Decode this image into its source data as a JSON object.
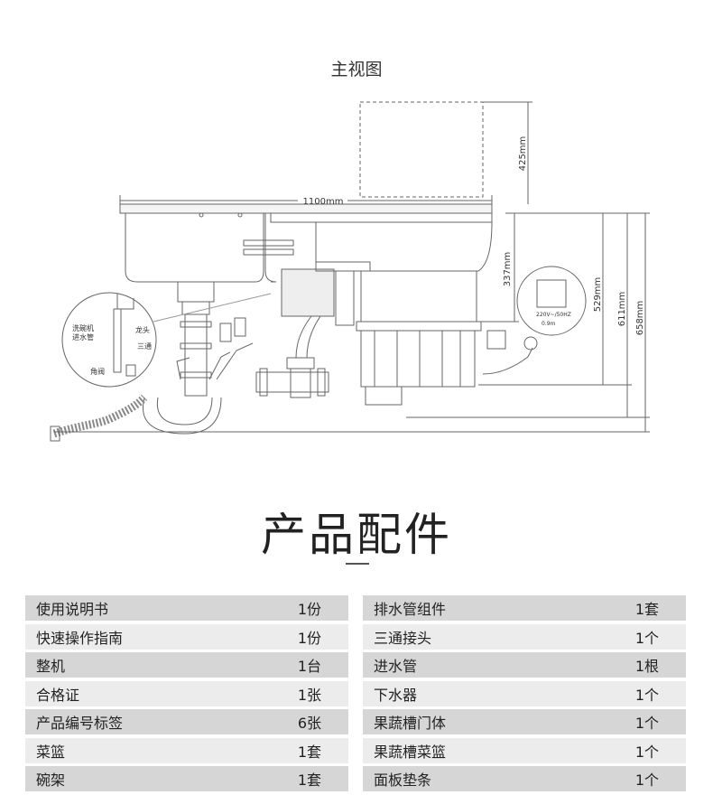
{
  "diagram": {
    "title": "主视图",
    "dimensions": {
      "width": "1100mm",
      "height_425": "425mm",
      "height_337": "337mm",
      "height_529": "529mm",
      "height_611": "611mm",
      "height_658": "658mm"
    },
    "labels": {
      "dishwasher_inlet_line1": "洗碗机",
      "dishwasher_inlet_line2": "进水管",
      "faucet": "龙头",
      "tee": "三通",
      "angle_valve": "角阀",
      "power": "220V~/50HZ",
      "cable": "0.9m"
    }
  },
  "accessories": {
    "title": "产品配件",
    "left": [
      {
        "name": "使用说明书",
        "qty": "1份"
      },
      {
        "name": "快速操作指南",
        "qty": "1份"
      },
      {
        "name": "整机",
        "qty": "1台"
      },
      {
        "name": "合格证",
        "qty": "1张"
      },
      {
        "name": "产品编号标签",
        "qty": "6张"
      },
      {
        "name": "菜篮",
        "qty": "1套"
      },
      {
        "name": "碗架",
        "qty": "1套"
      }
    ],
    "right": [
      {
        "name": "排水管组件",
        "qty": "1套"
      },
      {
        "name": "三通接头",
        "qty": "1个"
      },
      {
        "name": "进水管",
        "qty": "1根"
      },
      {
        "name": "下水器",
        "qty": "1个"
      },
      {
        "name": "果蔬槽门体",
        "qty": "1个"
      },
      {
        "name": "果蔬槽菜篮",
        "qty": "1个"
      },
      {
        "name": "面板垫条",
        "qty": "1个"
      }
    ]
  }
}
